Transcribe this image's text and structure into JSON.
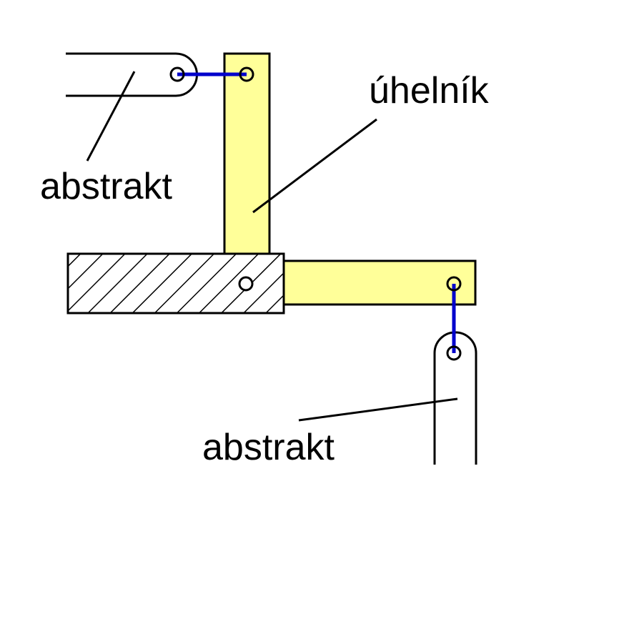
{
  "labels": {
    "left_tracker": "abstrakt",
    "bell_crank": "úhelník",
    "bottom_tracker": "abstrakt"
  },
  "colors": {
    "crank_fill": "#ffff99",
    "link_blue": "#0000cc",
    "outline": "#000000",
    "background": "#ffffff"
  }
}
